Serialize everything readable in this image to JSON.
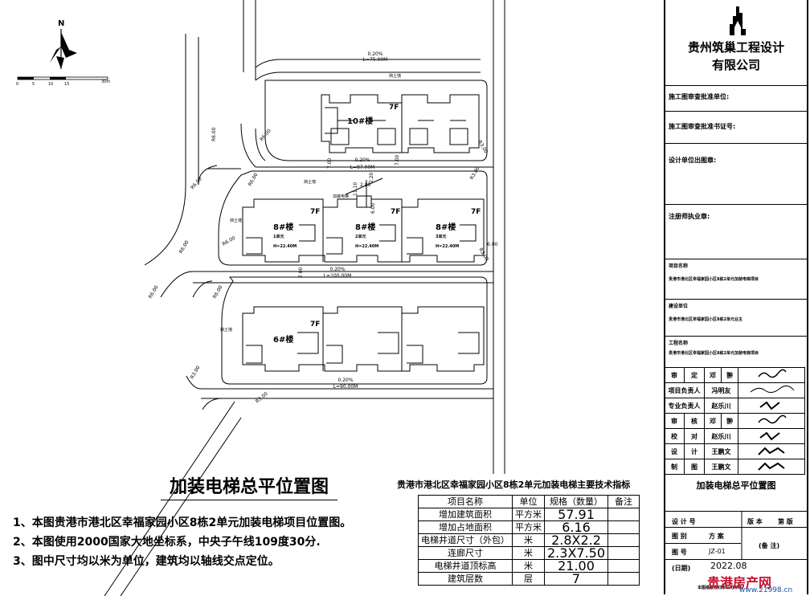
{
  "drawing": {
    "north_label": "N",
    "scale_ticks": [
      "0",
      "5",
      "10",
      "15",
      "30m"
    ],
    "roads": [
      {
        "slope": "0.20%",
        "length": "L=75.00M"
      },
      {
        "slope": "0.20%",
        "length": "L=87.00M"
      },
      {
        "slope": "0.20%",
        "length": "L=100.00M"
      },
      {
        "slope": "0.20%",
        "length": "L=90.00M"
      }
    ],
    "radius_labels": [
      "R6.00",
      "R6.00",
      "R6.00",
      "R6.00",
      "R6.00",
      "R6.00",
      "R6.00",
      "R6.00",
      "R3.00",
      "R3.00",
      "R3.00",
      "R3.00",
      "R3.00"
    ],
    "dims": [
      "7.00",
      "7.00",
      "11.10",
      "6.00",
      "2.80",
      "2.20",
      "6.00",
      "7.00"
    ],
    "wall_label": "挡土墙",
    "elevator_label": "加装电梯",
    "buildings": [
      {
        "name": "10#楼",
        "floors": "7F"
      },
      {
        "name": "8#楼",
        "unit": "1单元",
        "height": "H=22.40M",
        "floors": "7F"
      },
      {
        "name": "8#楼",
        "unit": "2单元",
        "height": "H=22.40M",
        "floors": "7F"
      },
      {
        "name": "8#楼",
        "unit": "3单元",
        "height": "H=22.40M",
        "floors": "7F"
      },
      {
        "name": "6#楼",
        "floors": "7F"
      }
    ],
    "title": "加装电梯总平位置图",
    "notes": [
      "1、本图贵港市港北区幸福家园小区8栋2单元加装电梯项目位置图。",
      "2、本图使用2000国家大地坐标系，中央子午线109度30分.",
      "3、图中尺寸均以米为单位，建筑均以轴线交点定位。"
    ]
  },
  "spec": {
    "title": "贵港市港北区幸福家园小区8栋2单元加装电梯主要技术指标",
    "headers": [
      "项目名称",
      "单位",
      "规格（数量）",
      "备注"
    ],
    "rows": [
      [
        "增加建筑面积",
        "平方米",
        "57.91",
        ""
      ],
      [
        "增加占地面积",
        "平方米",
        "6.16",
        ""
      ],
      [
        "电梯井道尺寸（外包）",
        "米",
        "2.8X2.2",
        ""
      ],
      [
        "连廊尺寸",
        "米",
        "2.3X7.50",
        ""
      ],
      [
        "电梯井道顶标高",
        "米",
        "21.00",
        ""
      ],
      [
        "建筑层数",
        "层",
        "7",
        ""
      ]
    ]
  },
  "title_block": {
    "company_line1": "贵州筑巢工程设计",
    "company_line2": "有限公司",
    "fields": [
      "施工图审查批准单位:",
      "施工图审查批准书证号:",
      "设计单位出图章:",
      "注册师执业章:"
    ],
    "project_name_label": "项目名称",
    "project_name": "贵港市港北区幸福家园小区8栋2单元加装电梯项目",
    "client_label": "建设单位",
    "client": "贵港市港北区幸福家园小区8栋2单元业主",
    "work_label": "工程名称",
    "work_name": "贵港市港北区幸福家园小区8栋2单元加装电梯项目",
    "signatures": [
      [
        "审",
        "定",
        "邓",
        "翀"
      ],
      [
        "项目负责人",
        "",
        "冯明友",
        ""
      ],
      [
        "专业负责人",
        "",
        "赵乐川",
        ""
      ],
      [
        "审",
        "核",
        "邓",
        "翀"
      ],
      [
        "校",
        "对",
        "赵乐川",
        ""
      ],
      [
        "设",
        "计",
        "王鹏文",
        ""
      ],
      [
        "制",
        "图",
        "王鹏文",
        ""
      ]
    ],
    "drawing_title": "加装电梯总平位置图",
    "meta": {
      "design_no_label": "设 计 号",
      "version_label": "版 本",
      "version_value": "第 版",
      "stage_label": "图 别",
      "stage_value": "方 案",
      "remark": "(备 注)",
      "sheet_label": "图 号",
      "sheet_value": "JZ-01",
      "date_label": "(日期)",
      "date_value": "2022.08",
      "footer": "本图纸版权归本公司所有"
    }
  },
  "watermark": {
    "text": "贵港房产网",
    "url": "www.21998.cn"
  }
}
